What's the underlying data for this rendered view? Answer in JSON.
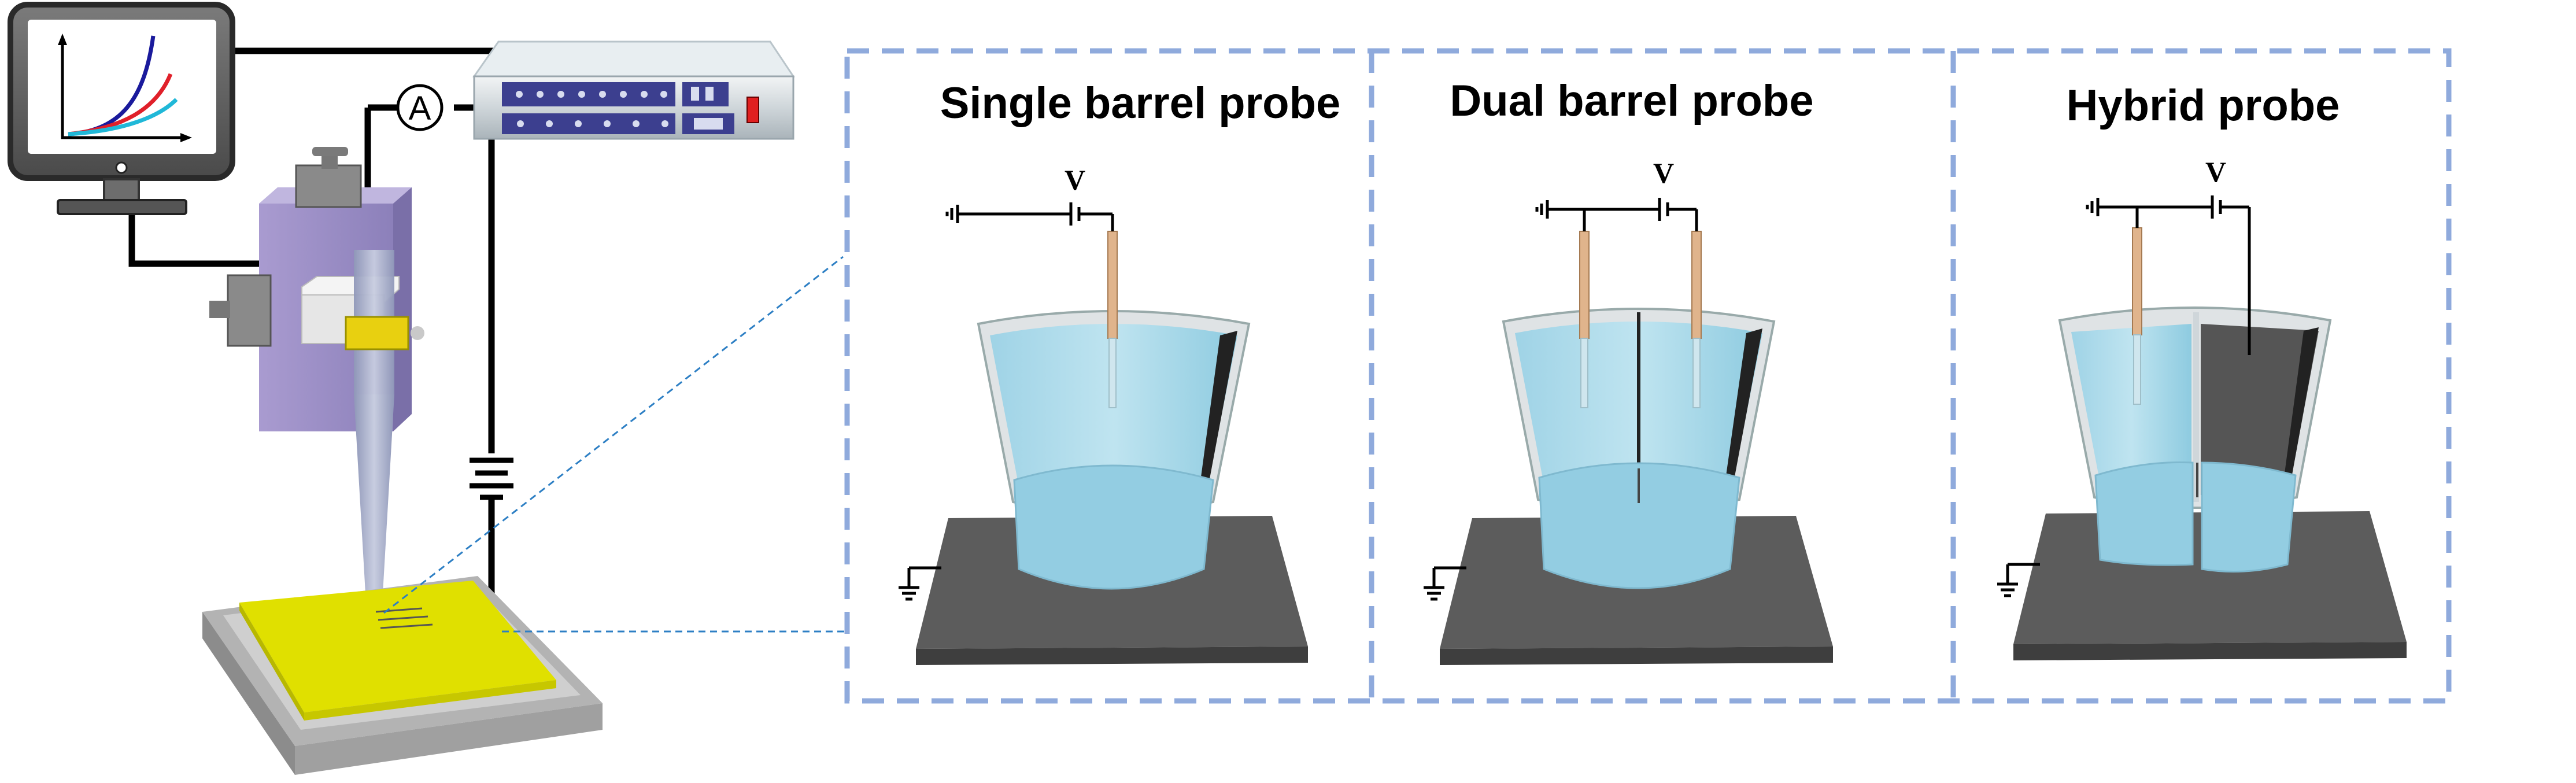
{
  "ammeter_label": "A",
  "panels": [
    {
      "title": "Single barrel probe",
      "voltage_label": "V"
    },
    {
      "title": "Dual barrel probe",
      "voltage_label": "V"
    },
    {
      "title": "Hybrid probe",
      "voltage_label": "V"
    }
  ],
  "colors": {
    "panel_border": "#8faadc",
    "liquid": "#a8d8ea",
    "stage_plate": "#595959",
    "sample": "#e0e000",
    "scanner_body": "#9b8fc4",
    "electrode": "#e0b48c",
    "hybrid_fill": "#555555",
    "curve_1": "#1a1a9c",
    "curve_2": "#e0202a",
    "curve_3": "#20b8d8"
  }
}
